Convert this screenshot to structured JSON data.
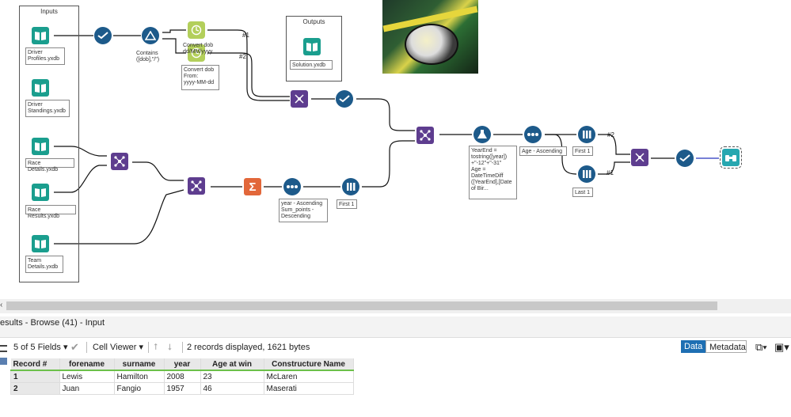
{
  "canvas": {
    "containers": {
      "inputs_title": "Inputs",
      "outputs_title": "Outputs"
    },
    "inputs": [
      {
        "label": "Driver\nProfiles.yxdb"
      },
      {
        "label": "Driver\nStandings.yxdb"
      },
      {
        "label": "Race Details.yxdb"
      },
      {
        "label": "Race Results.yxdb"
      },
      {
        "label": "Team\nDetails.yxdb"
      }
    ],
    "output_label": "Solution.yxdb",
    "annotations": {
      "filter": "Contains\n([dob],\"/\")",
      "convert1": "Convert dob\ndd/MM/yyyy",
      "convert2": "Convert dob\nFrom:\nyyyy-MM-dd",
      "formula": "YearEnd =\ntostring([year])\n+\"-12\"+\"-31\"\nAge =\nDateTimeDiff\n([YearEnd],[Date\nof Bir...",
      "sort1": "year - Ascending\nSum_points -\nDescending",
      "sample1": "First 1",
      "sort2": "Age - Ascending",
      "sample_first": "First 1",
      "sample_last": "Last 1"
    },
    "wire_labels": {
      "w1": "#1",
      "w2": "#2",
      "w3": "#2",
      "w4": "#1"
    },
    "tool_letters": {
      "summarize": "Σ"
    }
  },
  "results": {
    "title": "esults - Browse (41) - Input",
    "toolbar": {
      "fields": "5 of 5 Fields",
      "viewer": "Cell Viewer",
      "summary": "2 records displayed, 1621 bytes",
      "tab_data": "Data",
      "tab_metadata": "Metadata"
    },
    "columns": [
      "Record #",
      "forename",
      "surname",
      "year",
      "Age at win",
      "Constructure Name"
    ],
    "rows": [
      [
        "1",
        "Lewis",
        "Hamilton",
        "2008",
        "23",
        "McLaren"
      ],
      [
        "2",
        "Juan",
        "Fangio",
        "1957",
        "46",
        "Maserati"
      ]
    ]
  },
  "colors": {
    "accent_tab": "#1e6fb3",
    "header_underline": "#6cc04a",
    "input_tool": "#1a9e8e",
    "join_tool": "#5e3d8f",
    "select_tool": "#1d5a8a",
    "summarize_tool": "#e2673a"
  }
}
